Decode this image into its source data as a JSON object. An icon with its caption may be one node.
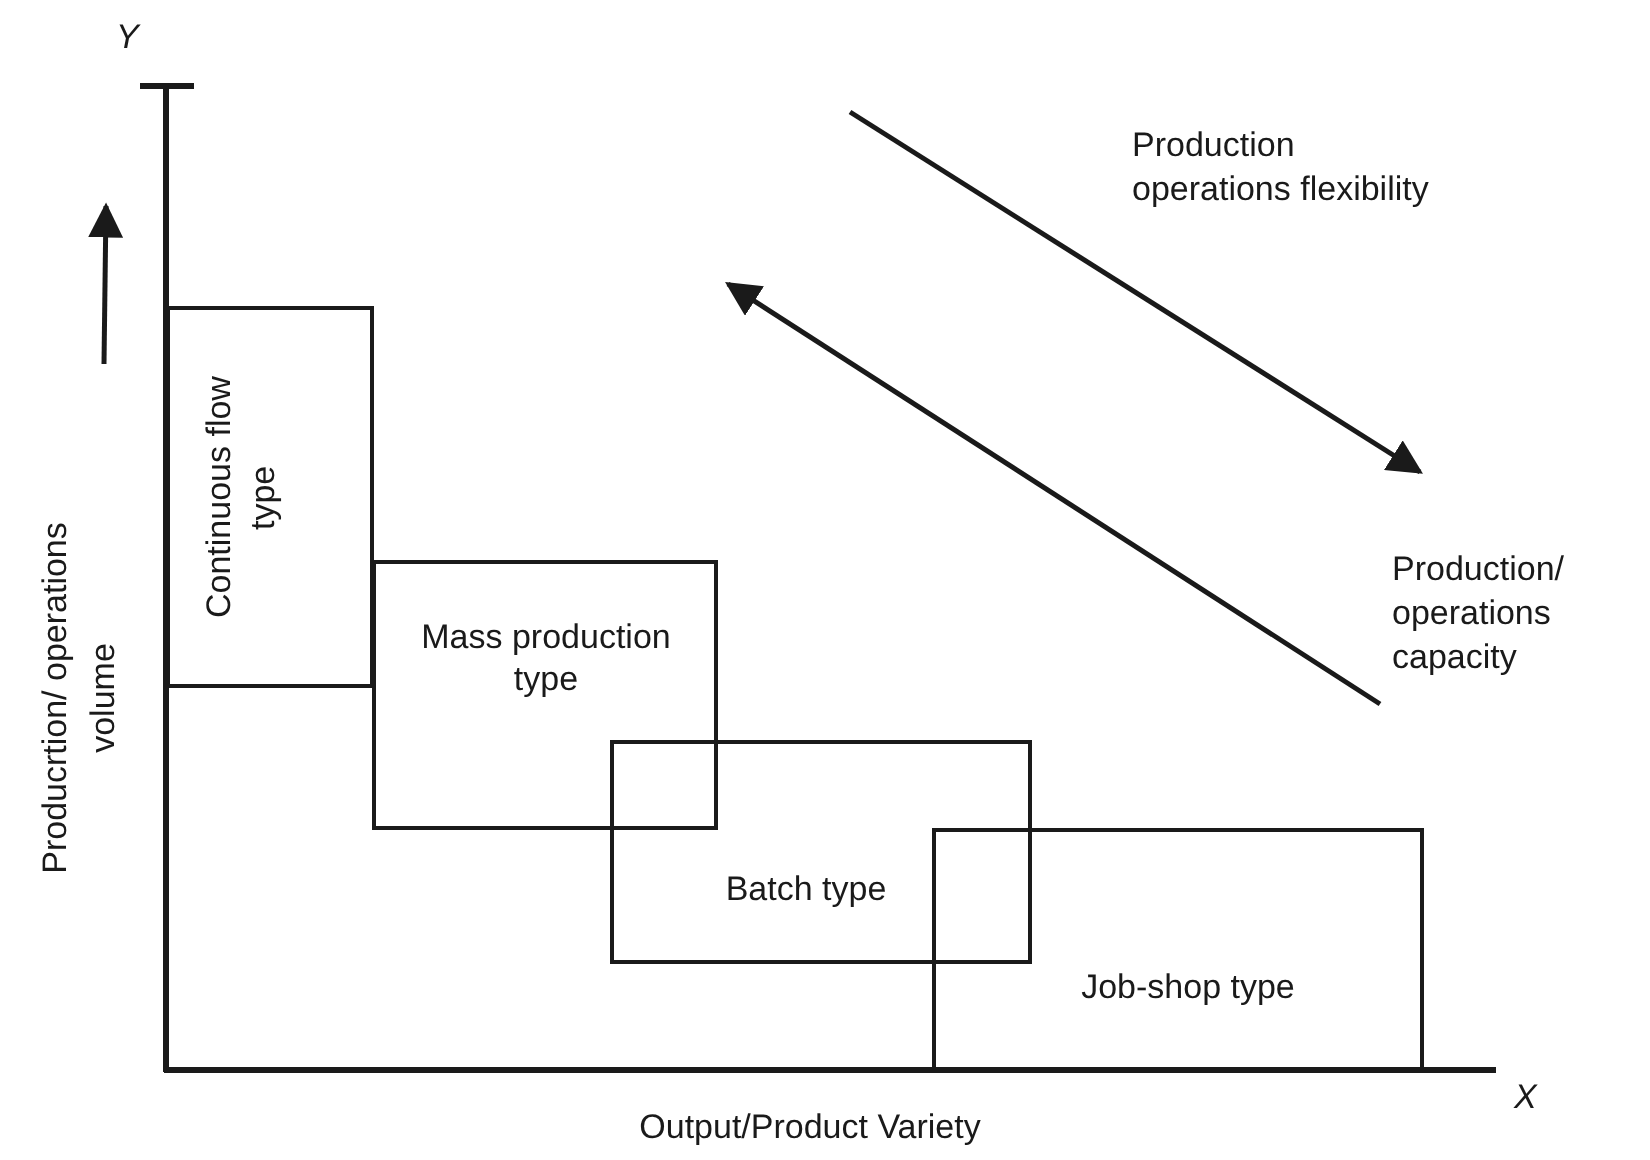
{
  "diagram": {
    "nodes": [
      {
        "text": [
          "Continuous flow type"
        ]
      },
      {
        "text": [
          "Mass production type"
        ]
      },
      {
        "text": [
          "Batch type"
        ]
      },
      {
        "text": [
          "Job-shop type"
        ]
      }
    ],
    "labels": [
      "Y",
      "Production operations flexibility",
      "Producrtion/ operations volume",
      "Production/ operations capacity",
      "X",
      "Output/Product Variety"
    ]
  }
}
